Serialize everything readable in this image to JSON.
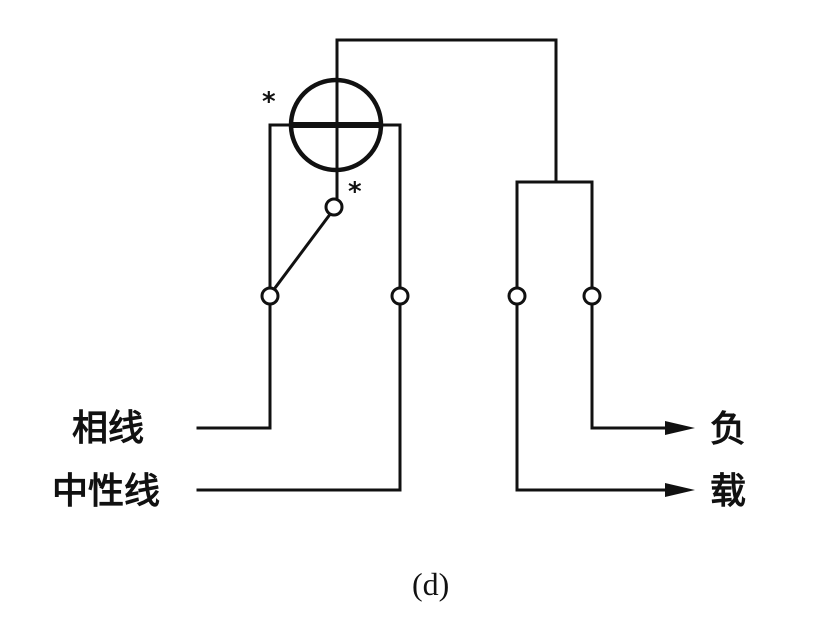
{
  "labels": {
    "phase_line": "相线",
    "neutral_line": "中性线",
    "load_top": "负",
    "load_bottom": "载",
    "polarity_mark_left": "*",
    "polarity_mark_right": "*",
    "figure_caption": "(d)"
  },
  "colors": {
    "line": "#111111",
    "background": "#ffffff"
  },
  "icons": {
    "meter": "wattmeter-icon",
    "terminal": "terminal-icon",
    "arrow": "arrow-right-icon"
  }
}
